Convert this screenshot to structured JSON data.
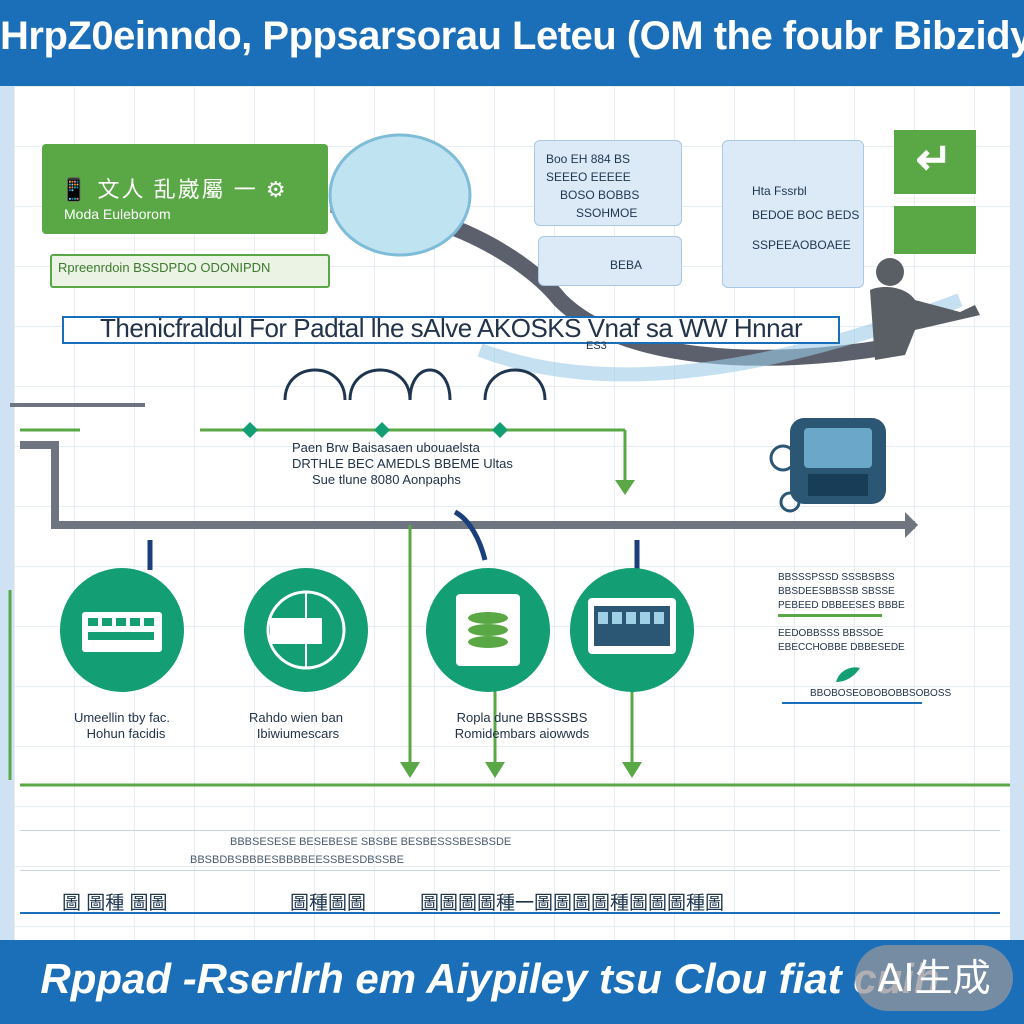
{
  "header": {
    "title": "HrpZ0einndo, Pppsarsorau Leteu (OM the foubr Bibzidy"
  },
  "panels": {
    "green_a_row1": "📱 文人 乱崴屬 一 ⚙",
    "green_a_row2": "Moda Euleborom",
    "green_b": "Rpreenrdoin BSSDPDO ODONIPDN"
  },
  "cards": {
    "card1": [
      "Boo EH 884 BS",
      "SEEEO EEEEE",
      "BOSO BOBBS",
      "SSOHMOE"
    ],
    "card2": [
      "BEBA"
    ],
    "card3": [
      "Hta  Fssrbl",
      "BEDOE BOC BEDS",
      "SSPEEAOBOAEE"
    ]
  },
  "diagram": {
    "title": "Thenicfraldul For Padtal lhe sAlve AKOSKS Vnaf  sa WW Hnnar",
    "title_sub": "ES3",
    "mid_lines": [
      "Paen Brw   Baisasaen ubouaelsta",
      "DRTHLE BEC AMEDLS BBEME Ultas",
      "Sue tlune 8080 Aonpaphs"
    ]
  },
  "nodes": [
    {
      "label1": "Umeellin tby fac.",
      "label2": "Hohun facidis"
    },
    {
      "label1": "Rahdo wien ban",
      "label2": "Ibiwiumescars"
    },
    {
      "label1": "Ropla dune  BBSSSBS",
      "label2": "Romidembars  aiowwds"
    },
    {
      "label1": "",
      "label2": ""
    }
  ],
  "right_panel": {
    "lines": [
      "BBSSSPSSD SSSBSBSS",
      "BBSDEESBBSSB SBSSE",
      "PEBEED DBBEESES BBBE",
      "EEDOBBSSS BBSSOE",
      "EBECCHOBBE DBBESEDE"
    ],
    "footer": "BBOBOSEOBOBOBBSOBOSS"
  },
  "bottom": {
    "row1": "BBBSESESE BESEBESE SBSBE BESBESSSBESBSDE",
    "row2": "BBSBDBSBBBESBBBBEESSBESDBSSBE",
    "labels": [
      "圖 圖種 圖圖",
      "圖種圖圖",
      "圖圖圖圖種一圖圖圖圖種圖圖圖種圖"
    ]
  },
  "footer": {
    "slogan": "Rppad -Rserlrh em Aiypiley tsu Clou fiat cuih"
  },
  "badge": {
    "text": "AI生成"
  },
  "colors": {
    "brand_blue": "#1a6fb8",
    "accent_green": "#5aa845",
    "node_teal": "#149e73",
    "connector_gray": "#6f7580"
  }
}
